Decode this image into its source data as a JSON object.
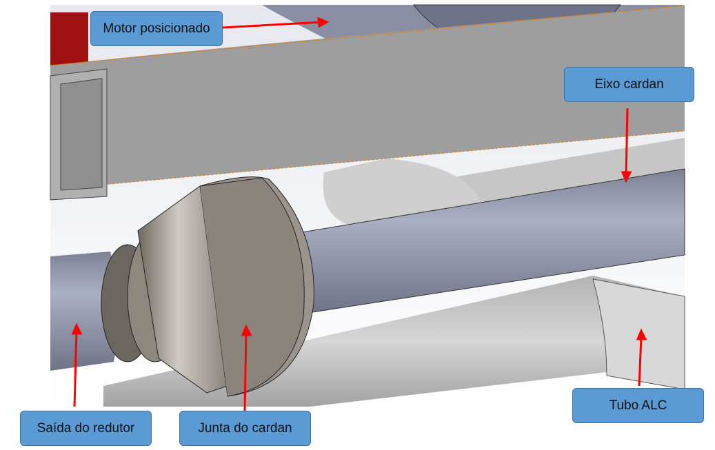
{
  "labels": {
    "motor": "Motor posicionado",
    "eixo": "Eixo cardan",
    "saida": "Saída do redutor",
    "junta": "Junta do cardan",
    "tubo": "Tubo ALC"
  },
  "colors": {
    "callout_fill": "#5b9bd5",
    "arrow": "#ff0000",
    "shaft": "#8e93a8",
    "frame": "#9c9c9c"
  }
}
